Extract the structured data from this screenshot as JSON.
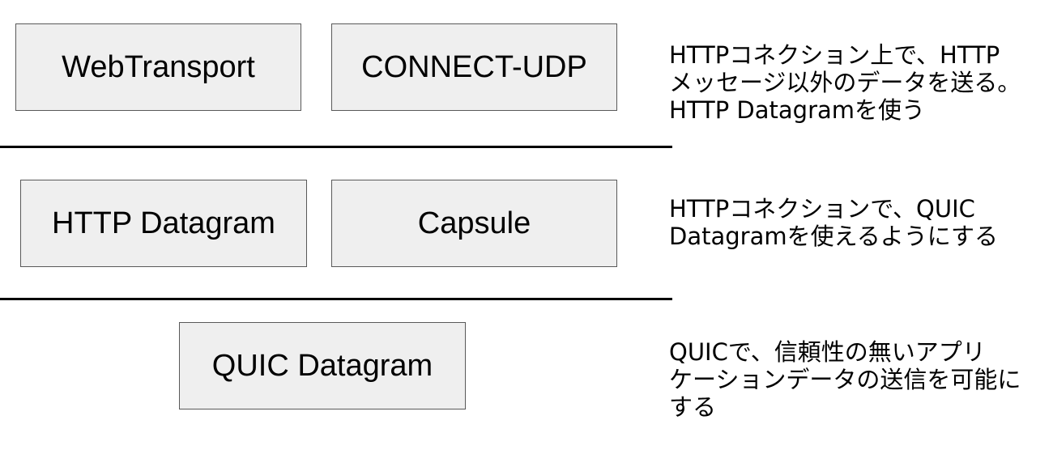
{
  "layers": [
    {
      "components": [
        "WebTransport",
        "CONNECT-UDP"
      ],
      "description": [
        "HTTPコネクション上で、HTTP",
        "メッセージ以外のデータを送る。",
        "HTTP Datagramを使う"
      ]
    },
    {
      "components": [
        "HTTP Datagram",
        "Capsule"
      ],
      "description": [
        "HTTPコネクションで、QUIC",
        "Datagramを使えるようにする"
      ]
    },
    {
      "components": [
        "QUIC Datagram"
      ],
      "description": [
        "QUICで、信頼性の無いアプリ",
        "ケーションデータの送信を可能に",
        "する"
      ]
    }
  ],
  "colors": {
    "box_fill": "#efefef",
    "box_border": "#595959",
    "divider": "#000000",
    "text": "#000000"
  }
}
